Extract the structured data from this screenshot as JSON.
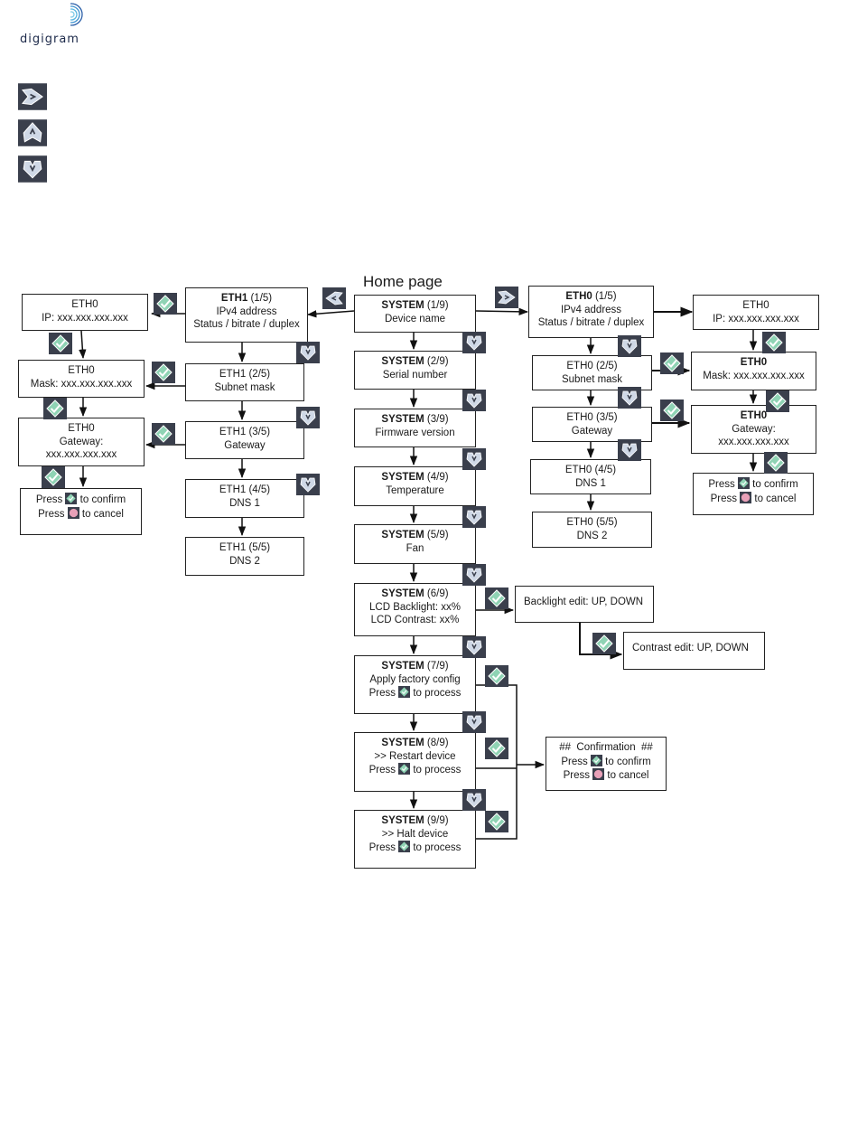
{
  "logo": {
    "text": "digigram"
  },
  "home_label": "Home page",
  "system": [
    {
      "head": "SYSTEM",
      "idx": " (1/9)",
      "l1": "Device name",
      "l2": ""
    },
    {
      "head": "SYSTEM",
      "idx": " (2/9)",
      "l1": "Serial number",
      "l2": ""
    },
    {
      "head": "SYSTEM",
      "idx": " (3/9)",
      "l1": "Firmware version",
      "l2": ""
    },
    {
      "head": "SYSTEM",
      "idx": " (4/9)",
      "l1": "Temperature",
      "l2": ""
    },
    {
      "head": "SYSTEM",
      "idx": " (5/9)",
      "l1": "Fan",
      "l2": ""
    },
    {
      "head": "SYSTEM",
      "idx": " (6/9)",
      "l1": "LCD Backlight: xx%",
      "l2": "LCD Contrast: xx%"
    },
    {
      "head": "SYSTEM",
      "idx": " (7/9)",
      "l1": "Apply factory config",
      "l2a": "Press",
      "l2b": " to process"
    },
    {
      "head": "SYSTEM",
      "idx": " (8/9)",
      "l1": ">> Restart device",
      "l2a": "Press",
      "l2b": " to process"
    },
    {
      "head": "SYSTEM",
      "idx": " (9/9)",
      "l1": ">> Halt device",
      "l2a": "Press",
      "l2b": " to process"
    }
  ],
  "eth1": [
    {
      "head": "ETH1",
      "idx": " (1/5)",
      "l1": "IPv4 address",
      "l2": "Status / bitrate / duplex"
    },
    {
      "head": "ETH1",
      "idx": " (2/5)",
      "l1": "Subnet mask"
    },
    {
      "head": "ETH1",
      "idx": " (3/5)",
      "l1": "Gateway"
    },
    {
      "head": "ETH1",
      "idx": " (4/5)",
      "l1": "DNS 1"
    },
    {
      "head": "ETH1",
      "idx": " (5/5)",
      "l1": "DNS 2"
    }
  ],
  "eth0": [
    {
      "head": "ETH0",
      "idx": " (1/5)",
      "l1": "IPv4 address",
      "l2": "Status / bitrate / duplex"
    },
    {
      "head": "ETH0",
      "idx": " (2/5)",
      "l1": "Subnet mask"
    },
    {
      "head": "ETH0",
      "idx": " (3/5)",
      "l1": "Gateway"
    },
    {
      "head": "ETH0",
      "idx": " (4/5)",
      "l1": "DNS 1"
    },
    {
      "head": "ETH0",
      "idx": " (5/5)",
      "l1": "DNS 2"
    }
  ],
  "left_edit": {
    "ip": {
      "title": "ETH0",
      "value": "IP: xxx.xxx.xxx.xxx"
    },
    "mask": {
      "title": "ETH0",
      "value": "Mask: xxx.xxx.xxx.xxx"
    },
    "gw": {
      "title": "ETH0",
      "l1": "Gateway:",
      "value": "xxx.xxx.xxx.xxx"
    },
    "confirm": {
      "press": "Press",
      "confirm": "to confirm",
      "cancel": "to cancel"
    }
  },
  "right_edit": {
    "ip": {
      "title": "ETH0",
      "value": "IP: xxx.xxx.xxx.xxx"
    },
    "mask": {
      "title": "ETH0",
      "value": "Mask: xxx.xxx.xxx.xxx"
    },
    "gw": {
      "title": "ETH0",
      "l1": "Gateway:",
      "value": "xxx.xxx.xxx.xxx"
    },
    "confirm": {
      "press": "Press",
      "confirm": "to confirm",
      "cancel": "to cancel"
    }
  },
  "backlight_edit": "Backlight edit: UP, DOWN",
  "contrast_edit": "Contrast edit: UP, DOWN",
  "confirmation": {
    "title": "##  Confirmation  ##",
    "press": "Press",
    "confirm": "to confirm",
    "cancel": "to cancel"
  },
  "icons": {
    "right": "right-arrow-button-icon",
    "left": "left-arrow-button-icon",
    "down": "down-arrow-button-icon",
    "ok": "ok-check-icon",
    "cancel": "cancel-icon"
  },
  "colors": {
    "ok_green": "#7fd6a8",
    "cancel_pink": "#e8a0b8",
    "icon_bg": "#3a3f4c"
  }
}
